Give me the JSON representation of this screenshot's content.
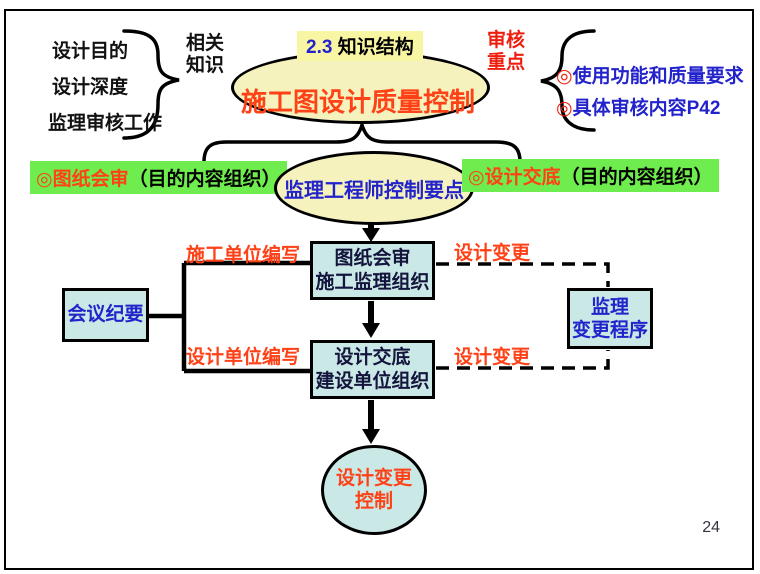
{
  "page": {
    "number": "24"
  },
  "top_left": {
    "items": [
      "设计目的",
      "设计深度",
      "监理审核工作"
    ],
    "brace_label_line1": "相关",
    "brace_label_line2": "知识"
  },
  "header": {
    "badge_prefix": "2.3",
    "badge_text": " 知识结构",
    "title": "施工图设计质量控制"
  },
  "top_right": {
    "label_line1": "审核",
    "label_line2": "重点",
    "items": [
      {
        "bullet": "◎",
        "text": "使用功能和质量要求",
        "suffix": ""
      },
      {
        "bullet": "◎",
        "text": "具体审核内容",
        "suffix": "P42"
      }
    ]
  },
  "mid": {
    "left_band": {
      "bullet": "◎",
      "red_text": "图纸会审",
      "black_text": "（目的内容组织）"
    },
    "ellipse_text": "监理工程师控制要点",
    "right_band": {
      "bullet": "◎",
      "red_text": "设计交底",
      "black_text": "（目的内容组织）"
    }
  },
  "flow": {
    "box1_line1": "图纸会审",
    "box1_line2": "施工监理组织",
    "box2_line1": "设计交底",
    "box2_line2": "建设单位组织",
    "label_box1": "施工单位编写",
    "label_box2": "设计单位编写",
    "change_label_top": "设计变更",
    "change_label_bottom": "设计变更",
    "meeting_box": "会议纪要",
    "procedure_line1": "监理",
    "procedure_line2": "变更程序",
    "end_line1": "设计变更",
    "end_line2": "控制"
  },
  "colors": {
    "yellow_fill": "#f5f2bd",
    "badge_bg": "#f9f6a3",
    "green_band": "#6fec4e",
    "cyan_fill": "#c9e8e6",
    "blue_text": "#2323cb",
    "orange_red": "#ff4117",
    "red": "#ee1d0e",
    "box_dark_text": "#14143c",
    "line_black": "#000000"
  }
}
